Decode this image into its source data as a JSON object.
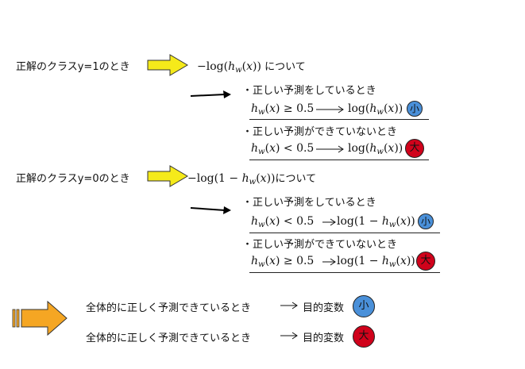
{
  "case1": {
    "header": "正解のクラスy=1のとき",
    "loss_tail": " について",
    "correct_label": "・正しい予測をしているとき",
    "incorrect_label": "・正しい予測ができていないとき",
    "cond_correct_op": " ≥ 0.5",
    "cond_incorrect_op": " < 0.5",
    "result_correct": "小",
    "result_incorrect": "大"
  },
  "case0": {
    "header": "正解のクラスy=0のとき",
    "loss_tail": "について",
    "correct_label": "・正しい予測をしているとき",
    "incorrect_label": "・正しい予測ができていないとき",
    "cond_correct_op": " < 0.5",
    "cond_incorrect_op": " ≥ 0.5",
    "result_correct": "小",
    "result_incorrect": "大"
  },
  "summary": {
    "row1_text": "全体的に正しく予測できているとき",
    "row1_target": "目的変数",
    "row1_result": "小",
    "row2_text": "全体的に正しく予測できているとき",
    "row2_target": "目的変数",
    "row2_result": "大"
  },
  "colors": {
    "arrow_yellow": "#F5EA1A",
    "arrow_orange": "#F5A623",
    "badge_small": "#4A90D9",
    "badge_large": "#D0021B"
  }
}
